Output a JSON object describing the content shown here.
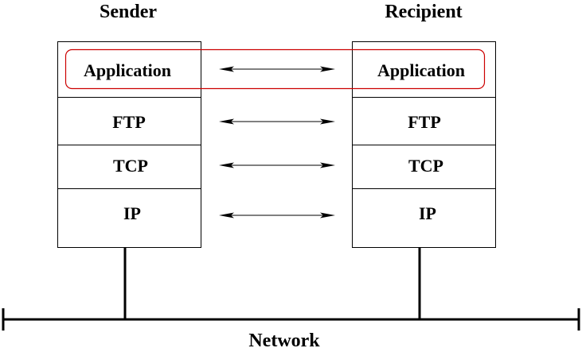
{
  "sender": {
    "title": "Sender",
    "layers": [
      "Application",
      "FTP",
      "TCP",
      "IP"
    ]
  },
  "recipient": {
    "title": "Recipient",
    "layers": [
      "Application",
      "FTP",
      "TCP",
      "IP"
    ]
  },
  "network": {
    "label": "Network"
  },
  "colors": {
    "highlight": "#cc0000",
    "lines": "#000000"
  }
}
